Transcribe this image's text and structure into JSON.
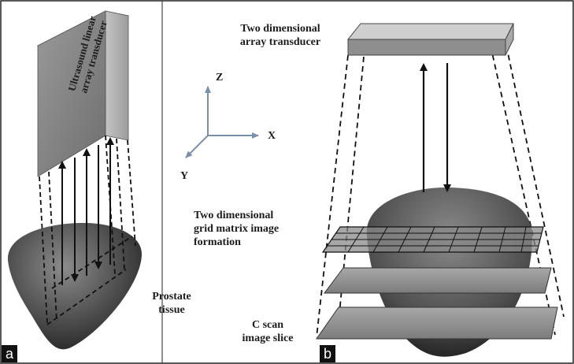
{
  "panel_a": {
    "label": "a",
    "transducer_label_line1": "Ultrasound linear",
    "transducer_label_line2": "array transducer",
    "tissue_label_line1": "Prostate",
    "tissue_label_line2": "tissue"
  },
  "axes": {
    "z": "Z",
    "x": "X",
    "y": "Y"
  },
  "panel_b": {
    "label": "b",
    "transducer_label_line1": "Two dimensional",
    "transducer_label_line2": "array transducer",
    "grid_label_line1": "Two dimensional",
    "grid_label_line2": "grid matrix image",
    "grid_label_line3": "formation",
    "cscan_label_line1": "C scan",
    "cscan_label_line2": "image slice"
  }
}
